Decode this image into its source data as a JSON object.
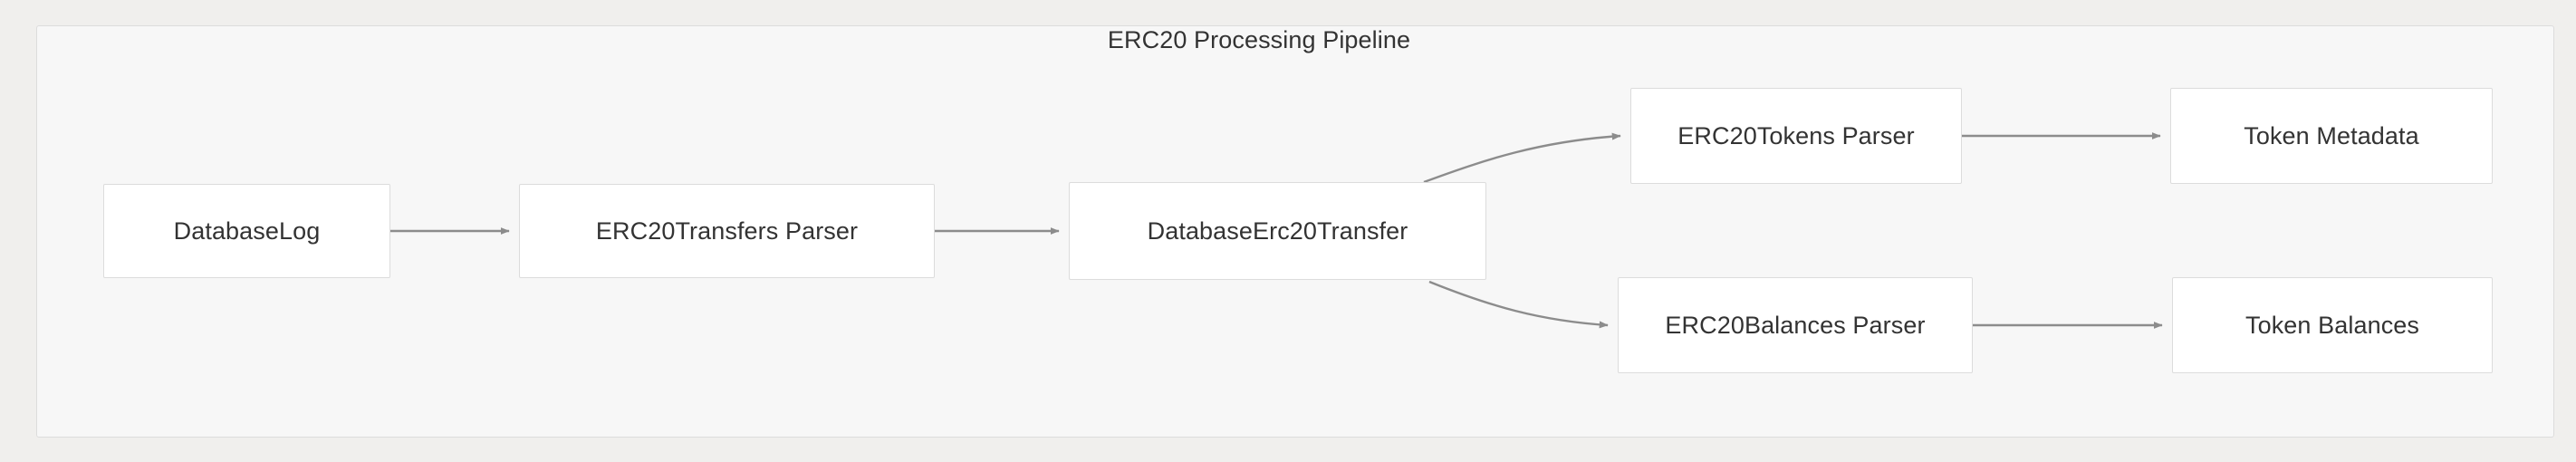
{
  "diagram": {
    "title": "ERC20 Processing Pipeline",
    "type": "flowchart",
    "direction": "left-to-right",
    "colors": {
      "page_background": "#f0efed",
      "container_background": "#f7f7f7",
      "container_border": "#dcdcdc",
      "node_background": "#ffffff",
      "node_border": "#dcdcdc",
      "text": "#333333",
      "edge": "#808080"
    },
    "nodes": [
      {
        "id": "databaselog",
        "label": "DatabaseLog"
      },
      {
        "id": "erc20transfers",
        "label": "ERC20Transfers Parser"
      },
      {
        "id": "dberc20transfer",
        "label": "DatabaseErc20Transfer"
      },
      {
        "id": "erc20tokens",
        "label": "ERC20Tokens Parser"
      },
      {
        "id": "tokenmetadata",
        "label": "Token Metadata"
      },
      {
        "id": "erc20balances",
        "label": "ERC20Balances Parser"
      },
      {
        "id": "tokenbalances",
        "label": "Token Balances"
      }
    ],
    "edges": [
      {
        "from": "databaselog",
        "to": "erc20transfers",
        "label": ""
      },
      {
        "from": "erc20transfers",
        "to": "dberc20transfer",
        "label": ""
      },
      {
        "from": "dberc20transfer",
        "to": "erc20tokens",
        "label": ""
      },
      {
        "from": "dberc20transfer",
        "to": "erc20balances",
        "label": ""
      },
      {
        "from": "erc20tokens",
        "to": "tokenmetadata",
        "label": ""
      },
      {
        "from": "erc20balances",
        "to": "tokenbalances",
        "label": ""
      }
    ]
  }
}
